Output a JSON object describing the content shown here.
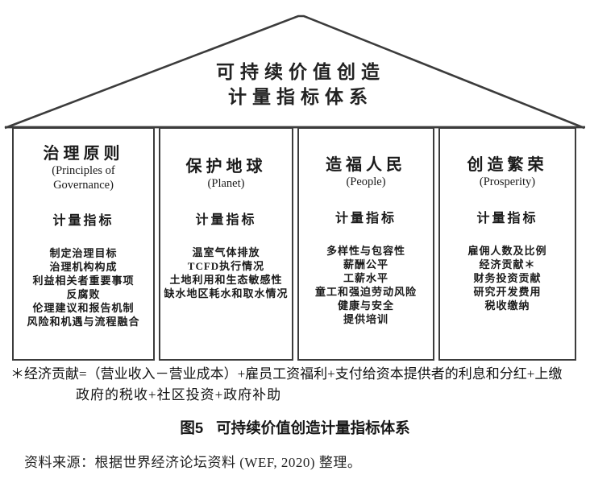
{
  "roof": {
    "title_line1": "可持续价值创造",
    "title_line2": "计量指标体系"
  },
  "pillars": [
    {
      "title": "治理原则",
      "subtitle": "(Principles of Governance)",
      "metric_label": "计量指标",
      "items": [
        "制定治理目标",
        "治理机构构成",
        "利益相关者重要事项",
        "反腐败",
        "伦理建议和报告机制",
        "风险和机遇与流程融合"
      ]
    },
    {
      "title": "保护地球",
      "subtitle": "(Planet)",
      "metric_label": "计量指标",
      "items": [
        "温室气体排放",
        "TCFD执行情况",
        "土地利用和生态敏感性",
        "缺水地区耗水和取水情况"
      ]
    },
    {
      "title": "造福人民",
      "subtitle": "(People)",
      "metric_label": "计量指标",
      "items": [
        "多样性与包容性",
        "薪酬公平",
        "工薪水平",
        "童工和强迫劳动风险",
        "健康与安全",
        "提供培训"
      ]
    },
    {
      "title": "创造繁荣",
      "subtitle": "(Prosperity)",
      "metric_label": "计量指标",
      "items": [
        "雇佣人数及比例",
        "经济贡献＊",
        "财务投资贡献",
        "研究开发费用",
        "税收缴纳"
      ]
    }
  ],
  "footnote": {
    "line1": "＊经济贡献=（营业收入－营业成本）+雇员工资福利+支付给资本提供者的利息和分红+上缴",
    "line2": "政府的税收+社区投资+政府补助"
  },
  "caption": {
    "label": "图5",
    "title": "可持续价值创造计量指标体系"
  },
  "source": "资料来源：根据世界经济论坛资料 (WEF, 2020) 整理。",
  "colors": {
    "line": "#3c3c3c",
    "text": "#111111",
    "background": "#ffffff"
  }
}
